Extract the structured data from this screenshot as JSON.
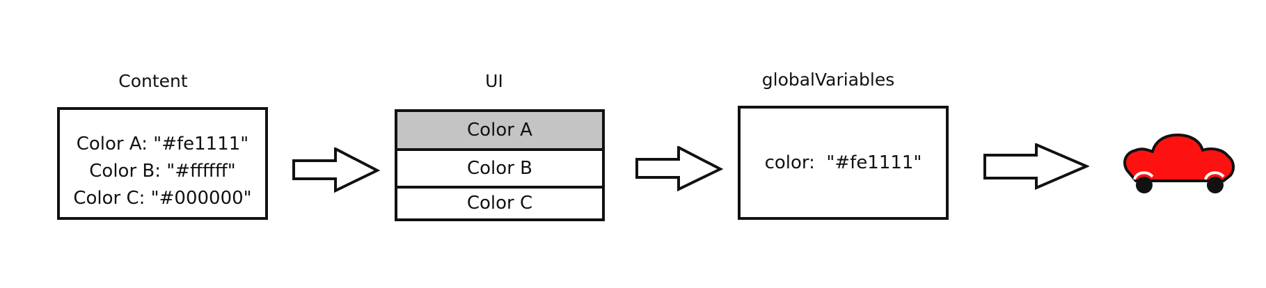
{
  "titles": {
    "content": "Content",
    "ui": "UI",
    "global_variables": "globalVariables"
  },
  "content_box": {
    "lines": [
      "Color A: \"#fe1111\"",
      "Color B: \"#ffffff\"",
      "Color C: \"#000000\""
    ]
  },
  "ui_list": {
    "items": [
      {
        "label": "Color A",
        "selected": true
      },
      {
        "label": "Color B",
        "selected": false
      },
      {
        "label": "Color C",
        "selected": false
      }
    ],
    "selected_color": "#c4c4c4"
  },
  "global_variables_box": {
    "text": "color:  \"#fe1111\""
  },
  "icons": [
    "arrow-right-icon",
    "arrow-right-icon",
    "arrow-right-icon",
    "car-icon"
  ],
  "colors": {
    "car_fill": "#fe1111",
    "stroke": "#111111"
  }
}
